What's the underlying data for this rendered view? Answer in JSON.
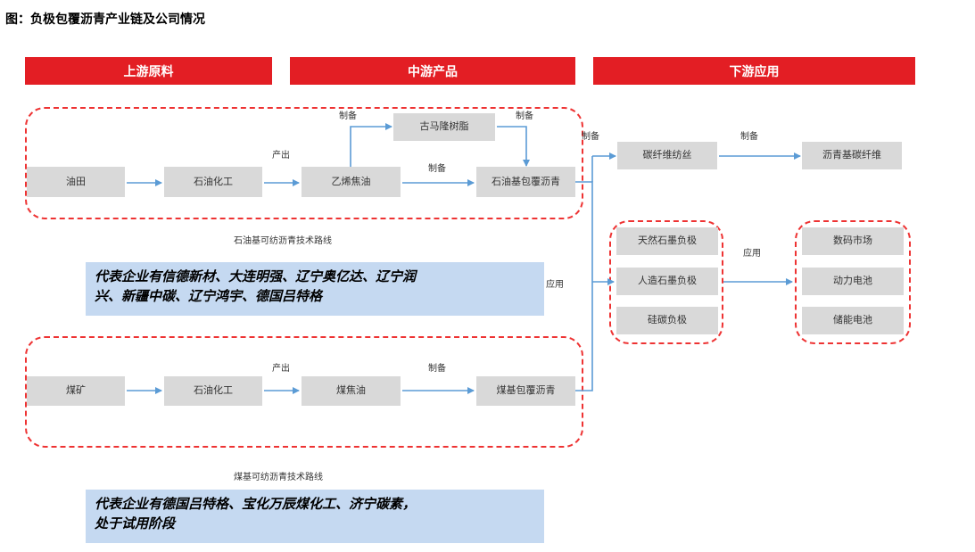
{
  "title": "图：负极包覆沥青产业链及公司情况",
  "headers": {
    "upstream": "上游原料",
    "midstream": "中游产品",
    "downstream": "下游应用"
  },
  "petro": {
    "oilfield": "油田",
    "petrochem": "石油化工",
    "ethylene_tar": "乙烯焦油",
    "coumarone_resin": "古马隆树脂",
    "coated_pitch": "石油基包覆沥青",
    "label_produce": "产出",
    "label_prepare_1": "制备",
    "label_prepare_2": "制备",
    "label_prepare_3": "制备",
    "route_caption": "石油基可纺沥青技术路线"
  },
  "coal": {
    "coal_mine": "煤矿",
    "petrochem": "石油化工",
    "coal_tar": "煤焦油",
    "coated_pitch": "煤基包覆沥青",
    "label_produce": "产出",
    "label_prepare": "制备",
    "route_caption": "煤基可纺沥青技术路线"
  },
  "downstream": {
    "label_prepare_in": "制备",
    "carbon_fiber_spinning": "碳纤维纺丝",
    "label_prepare_out": "制备",
    "pitch_carbon_fiber": "沥青基碳纤维",
    "label_apply_in": "应用",
    "natural_graphite_anode": "天然石墨负极",
    "artificial_graphite_anode": "人造石墨负极",
    "silicon_carbon_anode": "硅碳负极",
    "label_apply_out": "应用",
    "digital_market": "数码市场",
    "power_battery": "动力电池",
    "storage_battery": "储能电池"
  },
  "notes": {
    "petro_companies_line1": "代表企业有信德新材、大连明强、辽宁奥亿达、辽宁润",
    "petro_companies_line2": "兴、新疆中碳、辽宁鸿宇、德国吕特格",
    "coal_companies_line1": "代表企业有德国吕特格、宝化万辰煤化工、济宁碳素，",
    "coal_companies_line2": "处于试用阶段"
  },
  "colors": {
    "header_red": "#e31e24",
    "arrow_blue": "#5b9bd5",
    "box_gray": "#d9d9d9",
    "note_blue": "#c5d9f1",
    "dash_red": "#ee3333"
  }
}
